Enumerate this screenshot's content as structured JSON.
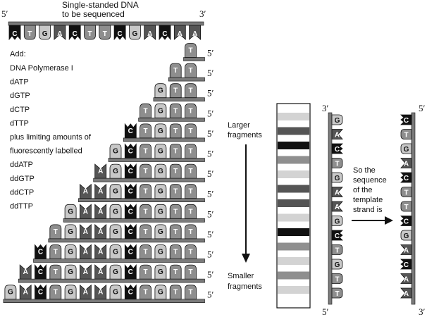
{
  "title": {
    "line1": "Single-standed DNA",
    "line2": "to be sequenced",
    "prime_left": "5′",
    "prime_right": "3′"
  },
  "template_sequence": [
    "C",
    "T",
    "G",
    "A",
    "C",
    "T",
    "T",
    "C",
    "G",
    "A",
    "C",
    "A",
    "A"
  ],
  "reagents": {
    "heading": "Add:",
    "items": [
      "DNA Polymerase I",
      "dATP",
      "dGTP",
      "dCTP",
      "dTTP",
      "plus limiting amounts of",
      "fluorescently labelled",
      "ddATP",
      "ddGTP",
      "ddCTP",
      "ddTTP"
    ]
  },
  "fragments": [
    [
      "T"
    ],
    [
      "T",
      "T"
    ],
    [
      "G",
      "T",
      "T"
    ],
    [
      "T",
      "G",
      "T",
      "T"
    ],
    [
      "C",
      "T",
      "G",
      "T",
      "T"
    ],
    [
      "G",
      "C",
      "T",
      "G",
      "T",
      "T"
    ],
    [
      "A",
      "G",
      "C",
      "T",
      "G",
      "T",
      "T"
    ],
    [
      "A",
      "A",
      "G",
      "C",
      "T",
      "G",
      "T",
      "T"
    ],
    [
      "G",
      "A",
      "A",
      "G",
      "C",
      "T",
      "G",
      "T",
      "T"
    ],
    [
      "T",
      "G",
      "A",
      "A",
      "G",
      "C",
      "T",
      "G",
      "T",
      "T"
    ],
    [
      "C",
      "T",
      "G",
      "A",
      "A",
      "G",
      "C",
      "T",
      "G",
      "T",
      "T"
    ],
    [
      "A",
      "C",
      "T",
      "G",
      "A",
      "A",
      "G",
      "C",
      "T",
      "G",
      "T",
      "T"
    ],
    [
      "G",
      "A",
      "C",
      "T",
      "G",
      "A",
      "A",
      "G",
      "C",
      "T",
      "G",
      "T",
      "T"
    ]
  ],
  "fragment_prime": "5′",
  "gel": {
    "larger_label": [
      "Larger",
      "fragments"
    ],
    "smaller_label": [
      "Smaller",
      "fragments"
    ],
    "band_shades": [
      "#d3d3d3",
      "#555555",
      "#111111",
      "#8f8f8f",
      "#d3d3d3",
      "#555555",
      "#555555",
      "#d3d3d3",
      "#111111",
      "#8f8f8f",
      "#d3d3d3",
      "#8f8f8f",
      "#d3d3d3"
    ]
  },
  "read_column": {
    "top_prime": "3′",
    "bottom_prime": "5′",
    "bases": [
      "G",
      "A",
      "C",
      "T",
      "G",
      "A",
      "A",
      "G",
      "C",
      "T",
      "G",
      "T",
      "T"
    ]
  },
  "conclusion": {
    "lines": [
      "So the",
      "sequence",
      "of the",
      "template",
      "strand is"
    ]
  },
  "result_column": {
    "top_prime": "5′",
    "bottom_prime": "3′",
    "bases": [
      "C",
      "T",
      "G",
      "A",
      "C",
      "T",
      "T",
      "C",
      "G",
      "A",
      "C",
      "A",
      "A"
    ]
  },
  "colors": {
    "A": "#555555",
    "C": "#111111",
    "G": "#c8c8c8",
    "T": "#8e8e8e",
    "backbone": "#7a7a7a"
  }
}
